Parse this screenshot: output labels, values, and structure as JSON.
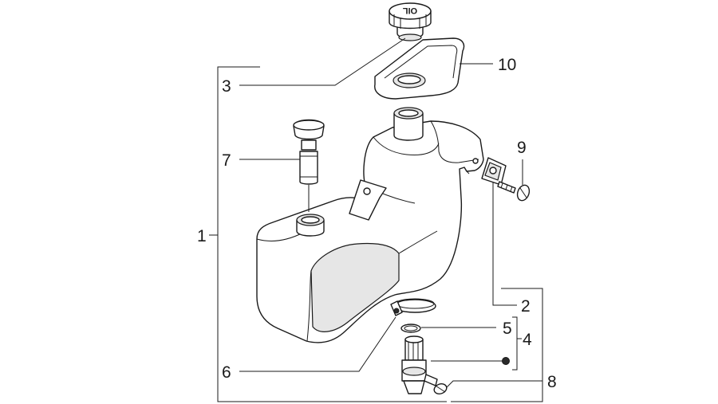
{
  "cap_marking": "OIL",
  "callouts": {
    "c1": "1",
    "c2": "2",
    "c3": "3",
    "c4": "4",
    "c5": "5",
    "c6": "6",
    "c7": "7",
    "c8": "8",
    "c9": "9",
    "c10": "10"
  },
  "colors": {
    "line": "#1a1a1a",
    "fill": "#ffffff",
    "shade": "#e6e6e6"
  }
}
